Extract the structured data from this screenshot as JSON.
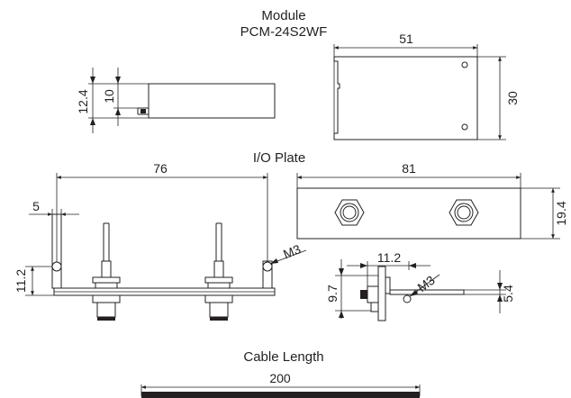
{
  "module": {
    "title": "Module",
    "model": "PCM-24S2WF",
    "dims": {
      "width": "51",
      "height": "30",
      "thickness_total": "12.4",
      "thickness_body": "10"
    }
  },
  "io_plate": {
    "title": "I/O Plate",
    "dims": {
      "length": "81",
      "height": "19.4",
      "hole_spacing": "76",
      "offset": "5",
      "side_height": "11.2",
      "screw": "M3",
      "side_width": "11.2",
      "side_height_2": "9.7",
      "side_offset": "5.4",
      "side_screw": "M3"
    }
  },
  "cable": {
    "title": "Cable Length",
    "length": "200"
  }
}
